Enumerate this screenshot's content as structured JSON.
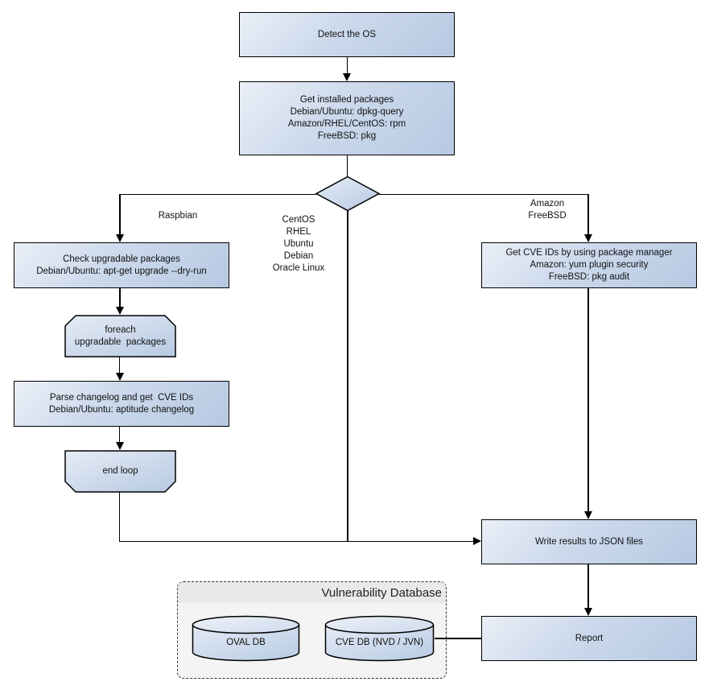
{
  "nodes": {
    "detect_os": {
      "lines": [
        "Detect the OS"
      ]
    },
    "get_installed_packages": {
      "lines": [
        "Get installed packages",
        "Debian/Ubuntu: dpkg-query",
        "Amazon/RHEL/CentOS: rpm",
        "FreeBSD: pkg"
      ]
    },
    "check_upgradable_packages": {
      "lines": [
        "Check upgradable packages",
        "Debian/Ubuntu: apt-get upgrade --dry-run"
      ]
    },
    "foreach_loop_start": {
      "lines": [
        "foreach",
        "upgradable  packages"
      ]
    },
    "parse_changelog": {
      "lines": [
        "Parse changelog and get  CVE IDs",
        "Debian/Ubuntu: aptitude changelog"
      ]
    },
    "end_loop": {
      "lines": [
        "end loop"
      ]
    },
    "get_cve_ids_pkg_manager": {
      "lines": [
        "Get CVE IDs by using package manager",
        "Amazon: yum plugin security",
        "FreeBSD: pkg audit"
      ]
    },
    "write_results": {
      "lines": [
        "Write results to JSON files"
      ]
    },
    "report": {
      "lines": [
        "Report"
      ]
    }
  },
  "branch_labels": {
    "left": {
      "lines": [
        "Raspbian"
      ]
    },
    "middle": {
      "lines": [
        "CentOS",
        "RHEL",
        "Ubuntu",
        "Debian",
        "Oracle Linux"
      ]
    },
    "right": {
      "lines": [
        "Amazon",
        "FreeBSD"
      ]
    }
  },
  "database_group": {
    "title": "Vulnerability Database",
    "cylinders": [
      {
        "label": "OVAL DB"
      },
      {
        "label": "CVE DB (NVD / JVN)"
      }
    ]
  },
  "colors": {
    "node_fill_light": "#eaeff7",
    "node_fill_dark": "#b6c9e2",
    "node_border": "#000000",
    "group_fill": "#f4f4f4",
    "group_header_fill": "#e9e9e9",
    "connector": "#000000",
    "text": "#111111"
  }
}
